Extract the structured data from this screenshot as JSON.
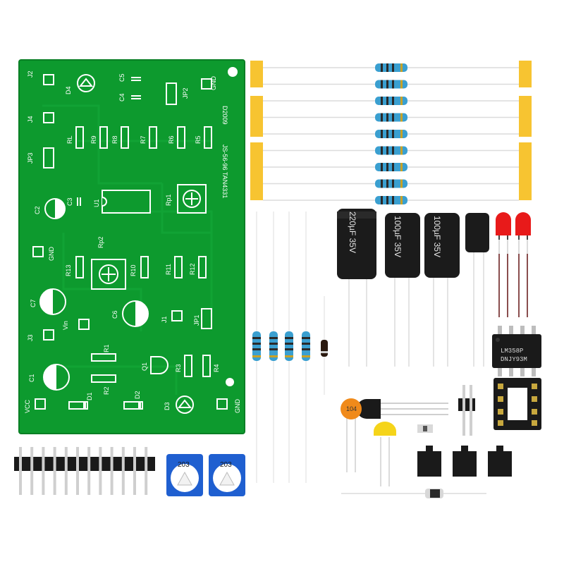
{
  "pcb": {
    "code": "D2009",
    "model": "JS-56-96  TAN4331",
    "labels": {
      "j2": "J2",
      "d4": "D4",
      "c5": "C5",
      "c4": "C4",
      "jp2": "JP2",
      "gnd_top": "GND",
      "j4": "J4",
      "jp3": "JP3",
      "rl": "RL",
      "r9": "R9",
      "r8": "R8",
      "r7": "R7",
      "r6": "R6",
      "r5": "R5",
      "c2": "C2",
      "c3": "C3",
      "u1": "U1",
      "rp1": "Rp1",
      "gnd_left": "GND",
      "rp2": "Rp2",
      "r13": "R13",
      "r10": "R10",
      "r11": "R11",
      "r12": "R12",
      "c7": "C7",
      "c6": "C6",
      "vin": "Vin",
      "j1": "J1",
      "jp1": "JP1",
      "j3": "J3",
      "r1": "R1",
      "q1": "Q1",
      "r3": "R3",
      "r4": "R4",
      "c1": "C1",
      "r2": "R2",
      "d1": "D1",
      "d2": "D2",
      "d3": "D3",
      "vcc": "VCC",
      "gnd_bottom": "GND"
    }
  },
  "capacitors": {
    "cap_220": "220µF 35V",
    "cap_100a": "100µF 35V",
    "cap_100b": "100µF 35V"
  },
  "ic": {
    "marking_1": "LM358P",
    "marking_2": "DNJY93M"
  },
  "ceramic_cap": {
    "marking": "104"
  },
  "trimmers": {
    "marking_1": "203",
    "marking_2": "203"
  },
  "colors": {
    "pcb_green": "#0d9a2e",
    "tape_yellow": "#f7c431",
    "resistor_blue": "#3a9fd0",
    "led_red": "#e81a1a"
  }
}
